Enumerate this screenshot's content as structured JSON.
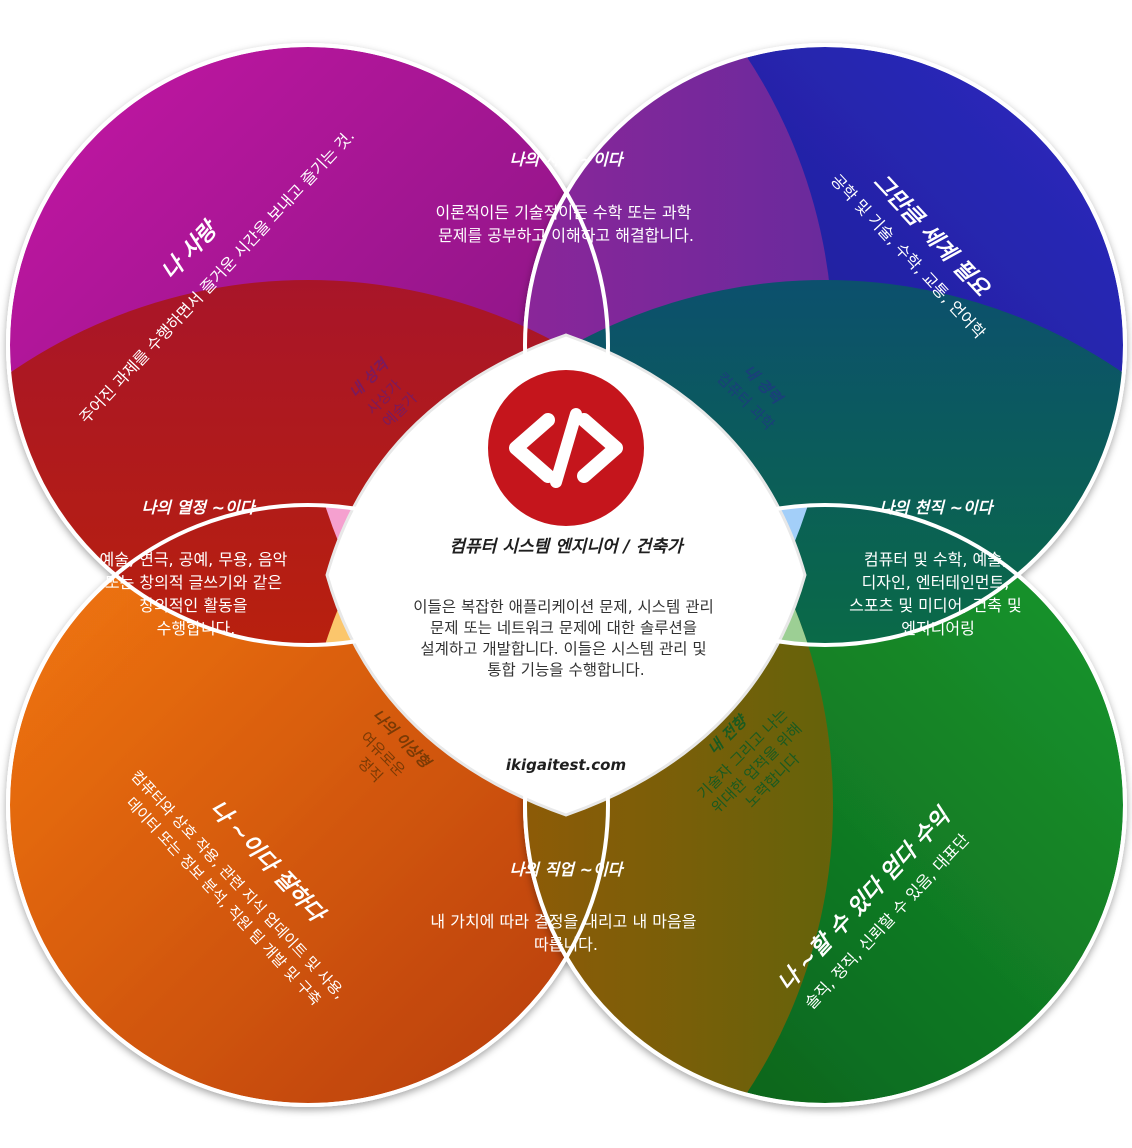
{
  "title": "컴퓨터 시스템 엔지니어 / 건축가",
  "center_text": [
    "이들은 복잡한 애플리케이션 문제, 시스템 관리",
    "문제 또는 네트워크 문제에 대한 솔루션을",
    "설계하고 개발합니다. 이들은 시스템 관리 및",
    "통합 기능을 수행합니다."
  ],
  "website": "ikigaitest.com",
  "icon": "code-icon",
  "circles": {
    "love": {
      "title": "나 사랑",
      "lines": [
        "주어진 과제를 수행하면서 즐거운 시간을 보내고 즐기는 것."
      ],
      "color": "#a8108f"
    },
    "world_needs": {
      "title": "그만큼 세계 필요",
      "lines": [
        "공학 및 기술, 수학, 교통, 언어학"
      ],
      "color": "#1d1a9e"
    },
    "good_at": {
      "title": "나 ~이다 잘하다",
      "lines": [
        "컴퓨터와 상호 작용, 관련 지식 업데이트 및 사용,",
        "데이터 또는 정보 분석, 직원 팀 개발 및 구축"
      ],
      "color": "#e66a10"
    },
    "paid_for": {
      "title": "나 ~할 수 있다 얻다 수익",
      "lines": [
        "솔직, 정직, 신뢰할 수 있음, 대표단"
      ],
      "color": "#0f7a23"
    }
  },
  "overlaps": {
    "mission": {
      "title": "나의 사명 ~이다",
      "lines": [
        "이론적이든 기술적이든 수학 또는 과학",
        "문제를 공부하고 이해하고 해결합니다."
      ],
      "color": "#6b2f93"
    },
    "passion": {
      "title": "나의 열정 ~이다",
      "lines": [
        "예술, 연극, 공예, 무용, 음악",
        "또는 창의적 글쓰기와 같은",
        "창의적인 활동을",
        "수행합니다."
      ],
      "color": "#a3121b"
    },
    "vocation": {
      "title": "나의 천직 ~이다",
      "lines": [
        "컴퓨터 및 수학, 예술,",
        "디자인, 엔터테인먼트,",
        "스포츠 및 미디어, 건축 및",
        "엔지니어링"
      ],
      "color": "#0b5b66"
    },
    "profession": {
      "title": "나의 직업 ~이다",
      "lines": [
        "내 가치에 따라 결정을 내리고 내 마음을",
        "따릅니다."
      ],
      "color": "#6d6208"
    }
  },
  "petals": {
    "personality": {
      "title": "내 성격",
      "lines": [
        "사상가",
        "예술가"
      ],
      "color": "#f5a0cf"
    },
    "experience": {
      "title": "내 경력",
      "lines": [
        "컴퓨터 과학"
      ],
      "color": "#a3cff9"
    },
    "ideal": {
      "title": "나의 이상형",
      "lines": [
        "여유로운",
        "정직"
      ],
      "color": "#fbc66c"
    },
    "tendency": {
      "title": "내 전향",
      "lines": [
        "기술자 그리고 나는",
        "위대한 업적을 위해",
        "노력합니다"
      ],
      "color": "#9ccf94"
    }
  }
}
